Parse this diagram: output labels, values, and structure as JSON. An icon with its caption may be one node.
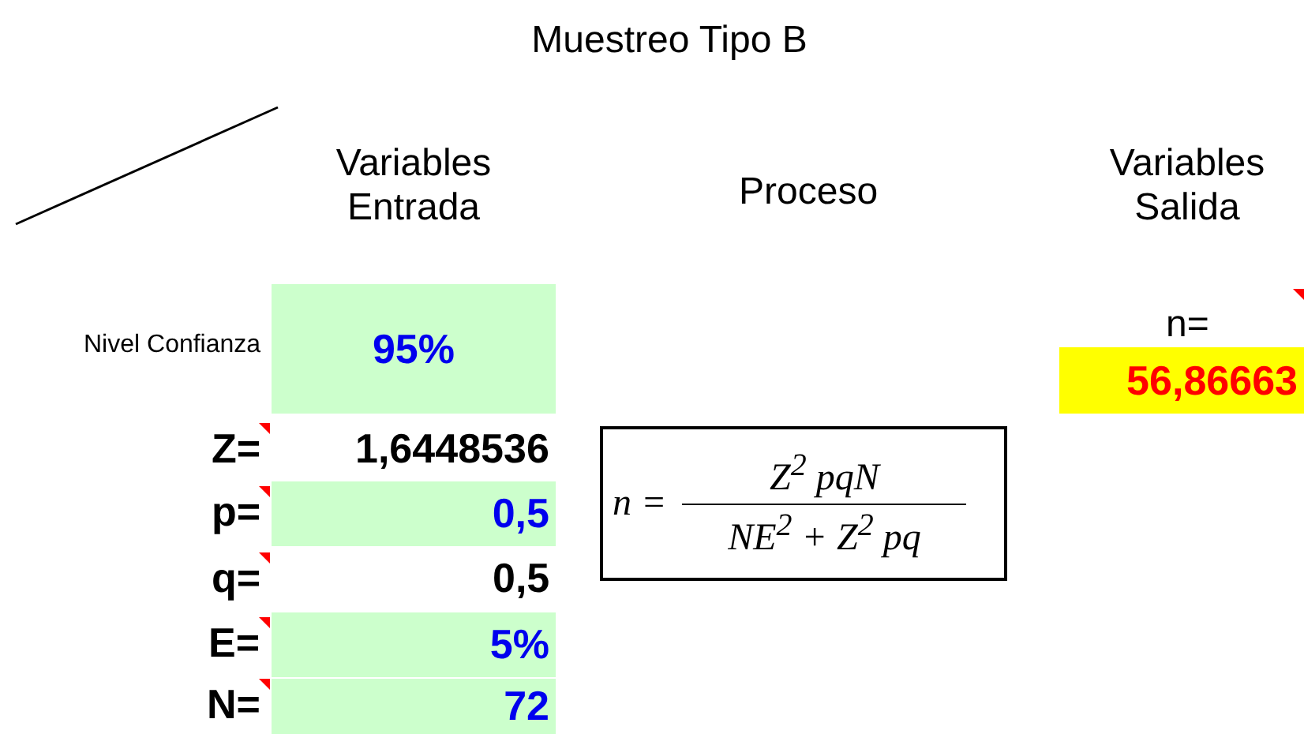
{
  "diagram": {
    "title": "Muestreo Tipo B",
    "nodes": [
      {
        "text": [
          "95%"
        ]
      },
      {
        "text": [
          "56,86663"
        ]
      },
      {
        "text": [
          "0,5"
        ]
      },
      {
        "text": [
          "n =",
          "Z$^{2}$ pqN",
          "NE$^{2}$ + Z$^{2}$ pq"
        ]
      },
      {
        "text": [
          "5%"
        ]
      },
      {
        "text": [
          "72"
        ]
      }
    ],
    "labels": [
      "Variables Entrada",
      "Proceso",
      "Variables Salida",
      "Nivel Confianza",
      "n=",
      "Z=",
      "1,6448536",
      "p=",
      "q=",
      "0,5",
      "E=",
      "N="
    ]
  }
}
